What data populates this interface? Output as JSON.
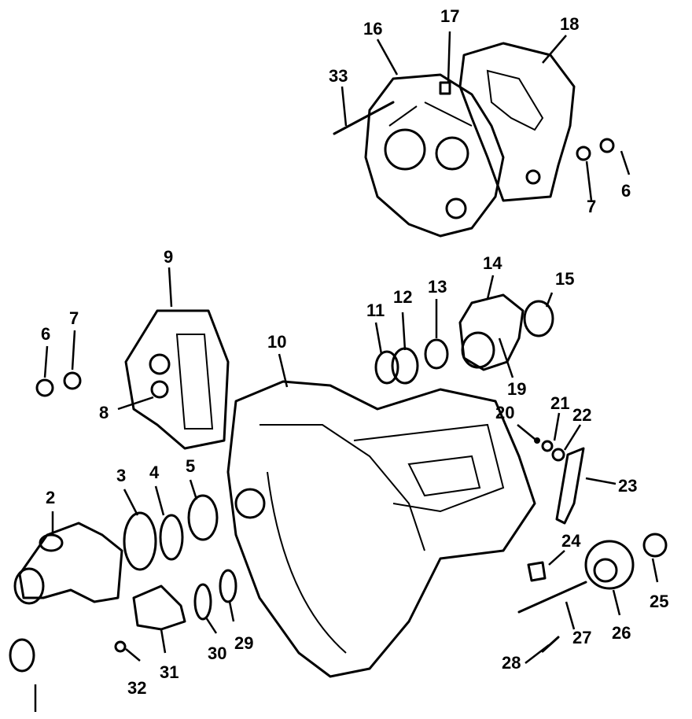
{
  "callouts": [
    {
      "id": "c1",
      "label": ""
    },
    {
      "id": "c2",
      "label": "2"
    },
    {
      "id": "c3",
      "label": "3"
    },
    {
      "id": "c4",
      "label": "4"
    },
    {
      "id": "c5",
      "label": "5"
    },
    {
      "id": "c6a",
      "label": "6"
    },
    {
      "id": "c6b",
      "label": "6"
    },
    {
      "id": "c7a",
      "label": "7"
    },
    {
      "id": "c7b",
      "label": "7"
    },
    {
      "id": "c8",
      "label": "8"
    },
    {
      "id": "c9",
      "label": "9"
    },
    {
      "id": "c10",
      "label": "10"
    },
    {
      "id": "c11",
      "label": "11"
    },
    {
      "id": "c12",
      "label": "12"
    },
    {
      "id": "c13",
      "label": "13"
    },
    {
      "id": "c14",
      "label": "14"
    },
    {
      "id": "c15",
      "label": "15"
    },
    {
      "id": "c16",
      "label": "16"
    },
    {
      "id": "c17",
      "label": "17"
    },
    {
      "id": "c18",
      "label": "18"
    },
    {
      "id": "c19",
      "label": "19"
    },
    {
      "id": "c20",
      "label": "20"
    },
    {
      "id": "c21",
      "label": "21"
    },
    {
      "id": "c22",
      "label": "22"
    },
    {
      "id": "c23",
      "label": "23"
    },
    {
      "id": "c24",
      "label": "24"
    },
    {
      "id": "c25",
      "label": "25"
    },
    {
      "id": "c26",
      "label": "26"
    },
    {
      "id": "c27",
      "label": "27"
    },
    {
      "id": "c28",
      "label": "28"
    },
    {
      "id": "c29",
      "label": "29"
    },
    {
      "id": "c30",
      "label": "30"
    },
    {
      "id": "c31",
      "label": "31"
    },
    {
      "id": "c32",
      "label": "32"
    },
    {
      "id": "c33",
      "label": "33"
    }
  ]
}
